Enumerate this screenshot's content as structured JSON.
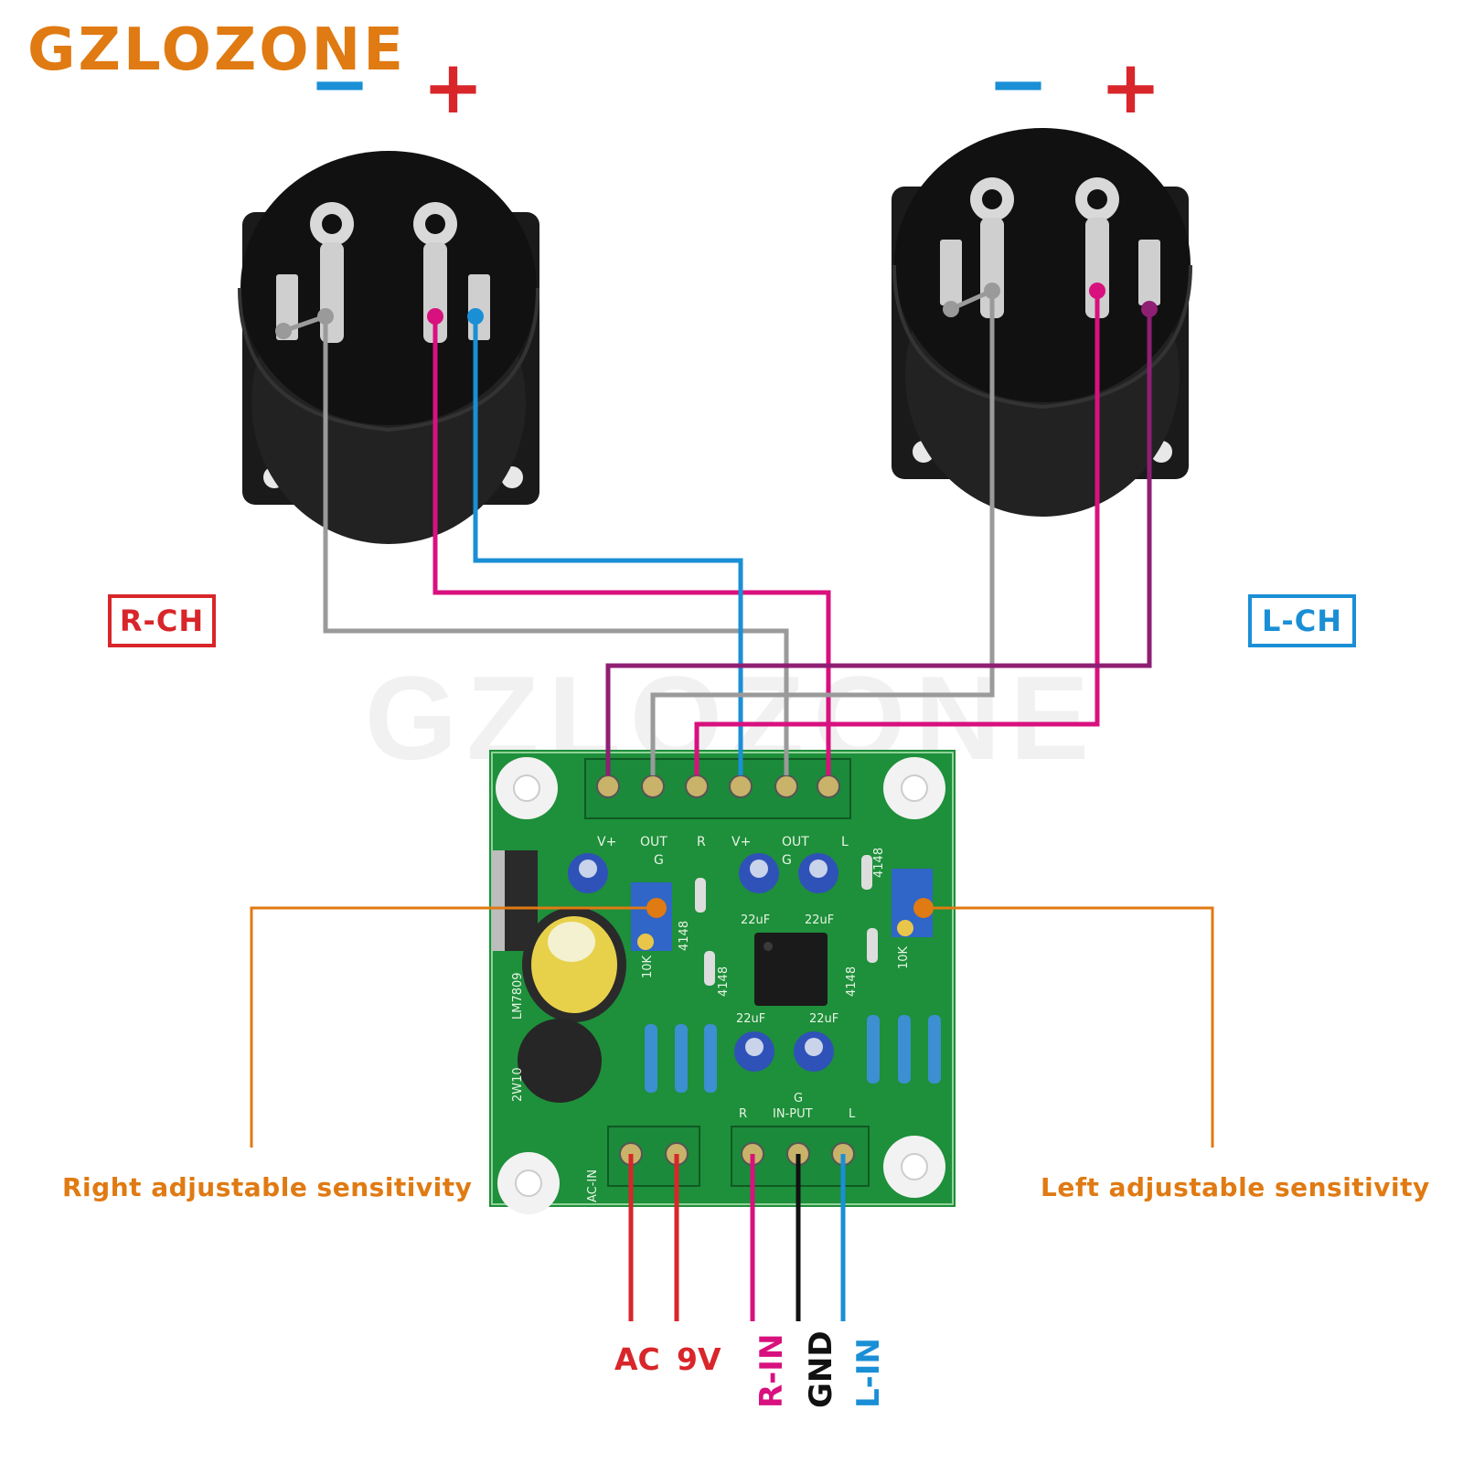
{
  "brand": "GZLOZONE",
  "watermark": "GZLOZONE",
  "signs": {
    "minus": "−",
    "plus": "+"
  },
  "channels": {
    "right": "R-CH",
    "left": "L-CH"
  },
  "sensitivity": {
    "right": "Right adjustable sensitivity",
    "left": "Left adjustable sensitivity"
  },
  "bottom": {
    "ac": "AC",
    "v9": "9V",
    "r_in": "R-IN",
    "gnd": "GND",
    "l_in": "L-IN"
  },
  "board": {
    "top_labels": [
      "V+",
      "OUT",
      "G",
      "R",
      "V+",
      "OUT",
      "G",
      "L"
    ],
    "chip_labels": [
      "4148",
      "4148",
      "4148",
      "4148",
      "22uF",
      "22uF",
      "22uF",
      "22uF",
      "10K",
      "10K",
      "LM7809",
      "2W10",
      "AC-IN",
      "IN-PUT",
      "R",
      "G",
      "L"
    ]
  },
  "colors": {
    "brand": "#e07a12",
    "red": "#d8262a",
    "blue": "#1a8fd6",
    "magenta": "#d8117e",
    "purple": "#8e1f73",
    "grey": "#9a9a9a",
    "black": "#111111",
    "pcb": "#1e8f3a",
    "terminal": "#1b8a3a"
  }
}
